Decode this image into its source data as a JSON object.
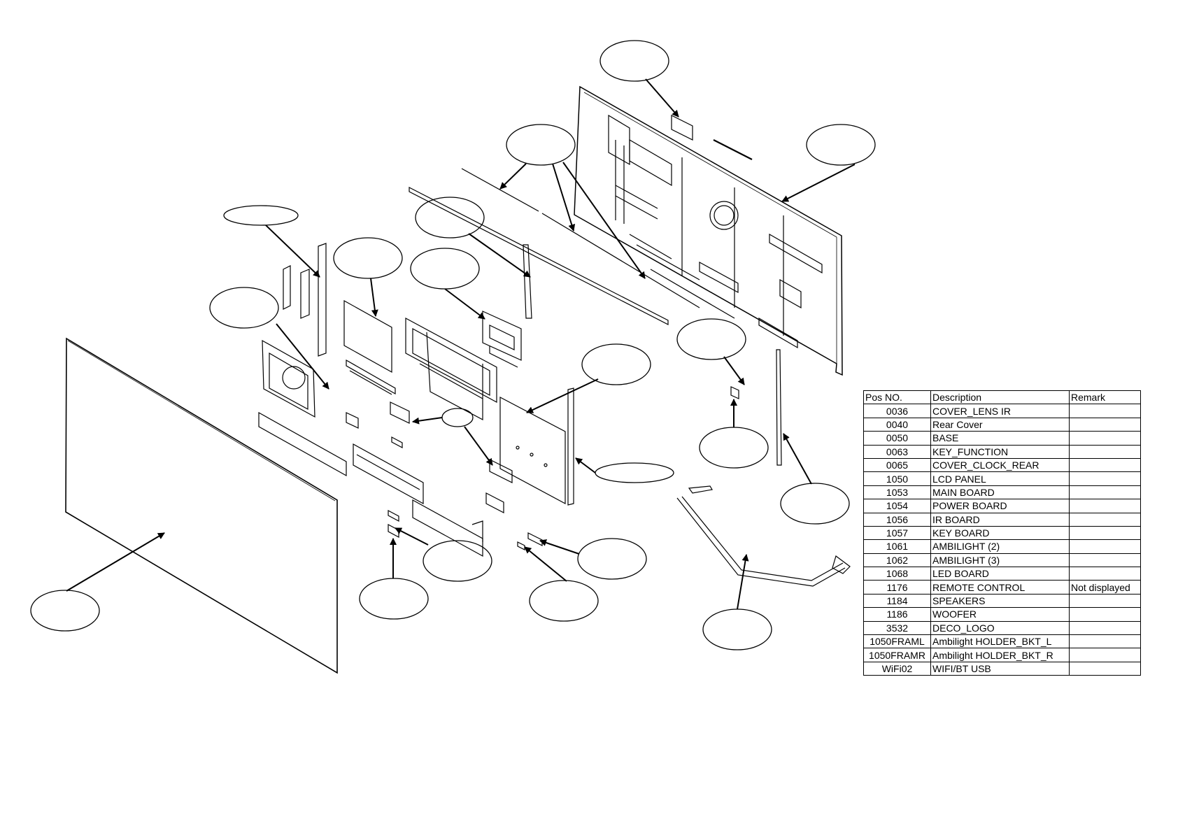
{
  "table": {
    "headers": {
      "pos": "Pos NO.",
      "description": "Description",
      "remark": "Remark"
    },
    "rows": [
      {
        "pos": "0036",
        "description": "COVER_LENS IR",
        "remark": ""
      },
      {
        "pos": "0040",
        "description": "Rear Cover",
        "remark": ""
      },
      {
        "pos": "0050",
        "description": "BASE",
        "remark": ""
      },
      {
        "pos": "0063",
        "description": "KEY_FUNCTION",
        "remark": ""
      },
      {
        "pos": "0065",
        "description": "COVER_CLOCK_REAR",
        "remark": ""
      },
      {
        "pos": "1050",
        "description": "LCD PANEL",
        "remark": ""
      },
      {
        "pos": "1053",
        "description": "MAIN BOARD",
        "remark": ""
      },
      {
        "pos": "1054",
        "description": "POWER BOARD",
        "remark": ""
      },
      {
        "pos": "1056",
        "description": "IR BOARD",
        "remark": ""
      },
      {
        "pos": "1057",
        "description": "KEY BOARD",
        "remark": ""
      },
      {
        "pos": "1061",
        "description": "AMBILIGHT (2)",
        "remark": ""
      },
      {
        "pos": "1062",
        "description": "AMBILIGHT (3)",
        "remark": ""
      },
      {
        "pos": "1068",
        "description": "LED BOARD",
        "remark": ""
      },
      {
        "pos": "1176",
        "description": "REMOTE CONTROL",
        "remark": "Not displayed"
      },
      {
        "pos": "1184",
        "description": "SPEAKERS",
        "remark": ""
      },
      {
        "pos": "1186",
        "description": "WOOFER",
        "remark": ""
      },
      {
        "pos": "3532",
        "description": "DECO_LOGO",
        "remark": ""
      },
      {
        "pos": "1050FRAML",
        "description": "Ambilight HOLDER_BKT_L",
        "remark": ""
      },
      {
        "pos": "1050FRAMR",
        "description": "Ambilight HOLDER_BKT_R",
        "remark": ""
      },
      {
        "pos": "WiFi02",
        "description": "WIFI/BT USB",
        "remark": ""
      }
    ]
  }
}
